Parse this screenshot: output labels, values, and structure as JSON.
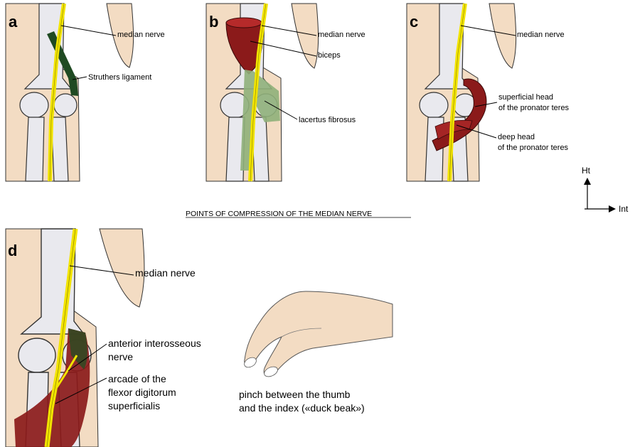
{
  "panels": {
    "a": {
      "letter": "a",
      "labels": {
        "median_nerve": "median nerve",
        "struthers": "Struthers ligament"
      }
    },
    "b": {
      "letter": "b",
      "labels": {
        "median_nerve": "median nerve",
        "biceps": "biceps",
        "lacertus": "lacertus fibrosus"
      }
    },
    "c": {
      "letter": "c",
      "labels": {
        "median_nerve": "median nerve",
        "superficial_1": "superficial head",
        "superficial_2": "of the pronator teres",
        "deep_1": "deep head",
        "deep_2": "of the pronator teres"
      }
    },
    "d": {
      "letter": "d",
      "labels": {
        "median_nerve": "median nerve",
        "ain_1": "anterior interosseous",
        "ain_2": "nerve",
        "arcade_1": "arcade of the",
        "arcade_2": "flexor digitorum",
        "arcade_3": "superficialis"
      }
    }
  },
  "caption": "POINTS OF COMPRESSION OF THE MEDIAN NERVE",
  "orientation": {
    "vertical": "Ht",
    "horizontal": "Int"
  },
  "pinch": {
    "line1": "pinch between the thumb",
    "line2": "and the index («duck beak»)"
  },
  "colors": {
    "skin": "#f3dcc3",
    "bone": "#e9e9ee",
    "bone_outline": "#333333",
    "nerve": "#f2e400",
    "muscle": "#8b1a1a",
    "ligament_dark": "#1f4a22",
    "lacertus": "#8fb07a"
  }
}
